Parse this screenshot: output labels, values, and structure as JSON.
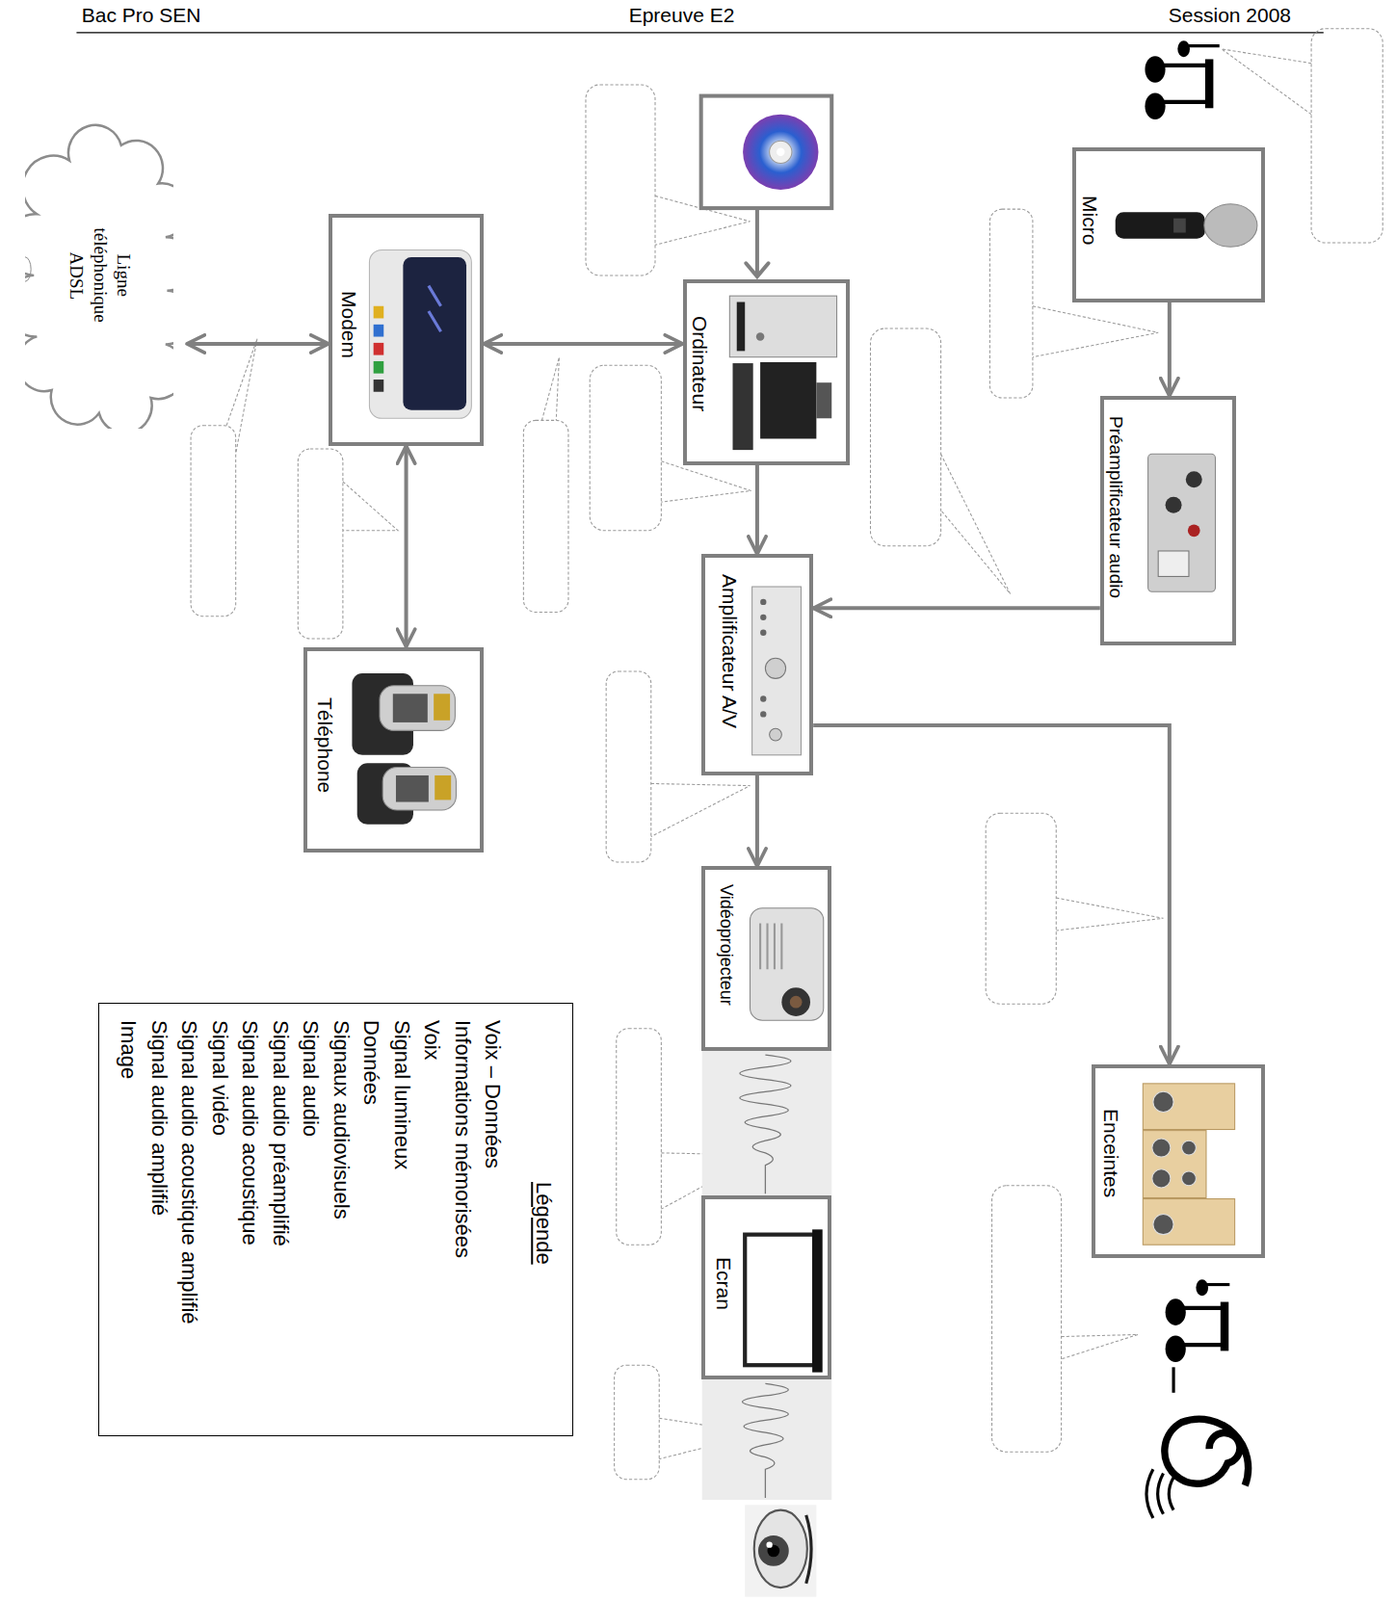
{
  "diagram": {
    "nodes": [
      {
        "text": [
          "Ligne téléphonique ADSL"
        ]
      },
      {
        "text": [
          "Modem"
        ]
      },
      {
        "text": [
          "Téléphone"
        ]
      },
      {
        "text": [
          "Ordinateur"
        ]
      },
      {
        "text": [
          "Amplificateur A/V"
        ]
      },
      {
        "text": [
          "Vidéoprojecteur"
        ]
      },
      {
        "text": [
          "Ecran"
        ]
      },
      {
        "text": [
          "Micro"
        ]
      },
      {
        "text": [
          "Préamplificateur audio"
        ]
      },
      {
        "text": [
          "Enceintes"
        ]
      }
    ],
    "edges": [
      {
        "from": 0,
        "to": 1,
        "arrow": "both"
      },
      {
        "from": 1,
        "to": 3,
        "arrow": "both"
      },
      {
        "from": 1,
        "to": 2,
        "arrow": "both"
      },
      {
        "from": 3,
        "to": 4,
        "arrow": "to"
      },
      {
        "from": 4,
        "to": 5,
        "arrow": "to"
      },
      {
        "from": 7,
        "to": 8,
        "arrow": "to"
      },
      {
        "from": 8,
        "to": 4,
        "arrow": "to"
      },
      {
        "from": 4,
        "to": 9,
        "arrow": "to"
      }
    ],
    "labels": [
      "Bac Pro SEN",
      "Epreuve E2",
      "Session 2008",
      "Légende"
    ],
    "legend": [
      {
        "text": "Voix – Données"
      },
      {
        "text": "Informations mémorisées"
      },
      {
        "text": "Voix"
      },
      {
        "text": "Signal lumineux"
      },
      {
        "text": "Données"
      },
      {
        "text": "Signaux audiovisuels"
      },
      {
        "text": "Signal audio"
      },
      {
        "text": "Signal audio préamplifié"
      },
      {
        "text": "Signal audio acoustique"
      },
      {
        "text": "Signal vidéo"
      },
      {
        "text": "Signal audio acoustique amplifié"
      },
      {
        "text": "Signal audio amplifié"
      },
      {
        "text": "Image"
      }
    ]
  }
}
